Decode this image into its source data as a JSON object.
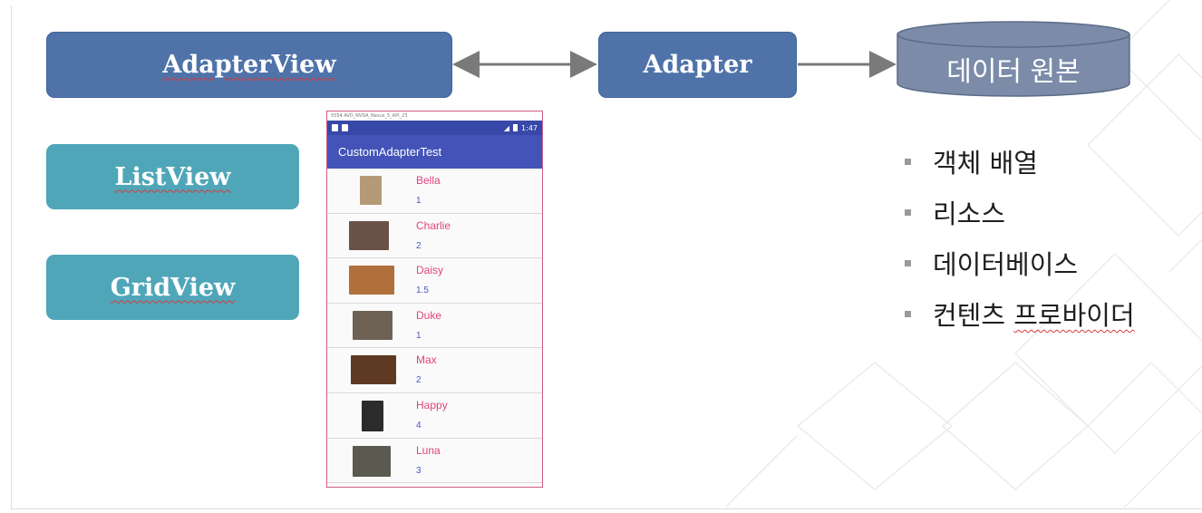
{
  "diagram": {
    "adapterview_label": "AdapterView",
    "adapter_label": "Adapter",
    "datasource_label": "데이터 원본",
    "listview_label": "ListView",
    "gridview_label": "GridView",
    "datasource_items": [
      "객체 배열",
      "리소스",
      "데이터베이스"
    ],
    "content_provider_prefix": "컨텐츠 ",
    "content_provider_suffix": "프로바이더",
    "colors": {
      "blue_box": "#4f73a9",
      "teal_box": "#4fa6b8",
      "cylinder": "#7b8ba8",
      "arrow": "#7a7a7a"
    }
  },
  "phone": {
    "tiny_bar": "5554 AVD_NVDA_Nexus_5_API_23",
    "time": "1:47",
    "app_title": "CustomAdapterTest",
    "rows": [
      {
        "name": "Bella",
        "value": "1",
        "thumb_color": "#b59a78"
      },
      {
        "name": "Charlie",
        "value": "2",
        "thumb_color": "#6b5248"
      },
      {
        "name": "Daisy",
        "value": "1.5",
        "thumb_color": "#b0703c"
      },
      {
        "name": "Duke",
        "value": "1",
        "thumb_color": "#6e6254"
      },
      {
        "name": "Max",
        "value": "2",
        "thumb_color": "#5e3a22"
      },
      {
        "name": "Happy",
        "value": "4",
        "thumb_color": "#2b2b2b"
      },
      {
        "name": "Luna",
        "value": "3",
        "thumb_color": "#5a5a50"
      }
    ]
  }
}
